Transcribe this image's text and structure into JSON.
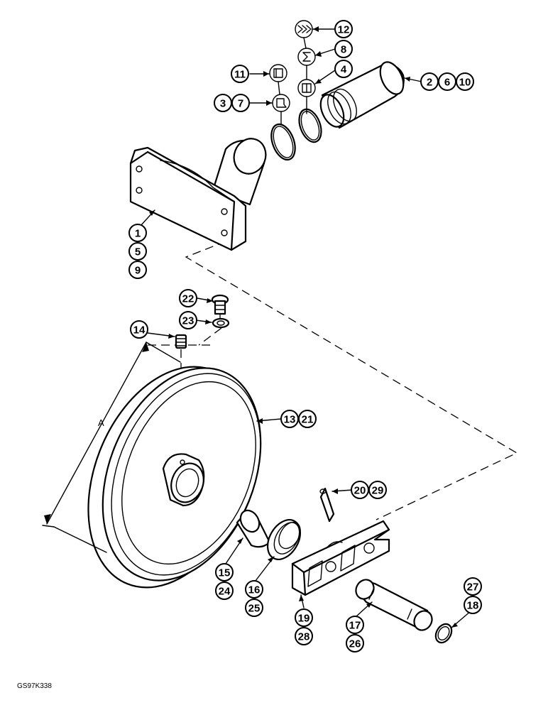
{
  "drawing_code": "GS97K338",
  "dimension_label": "A",
  "callouts": [
    {
      "id": "c12",
      "text": "12"
    },
    {
      "id": "c8",
      "text": "8"
    },
    {
      "id": "c4",
      "text": "4"
    },
    {
      "id": "c11",
      "text": "11"
    },
    {
      "id": "c3",
      "text": "3"
    },
    {
      "id": "c7",
      "text": "7"
    },
    {
      "id": "c2",
      "text": "2"
    },
    {
      "id": "c6",
      "text": "6"
    },
    {
      "id": "c10",
      "text": "10"
    },
    {
      "id": "c1",
      "text": "1"
    },
    {
      "id": "c5",
      "text": "5"
    },
    {
      "id": "c9",
      "text": "9"
    },
    {
      "id": "c22",
      "text": "22"
    },
    {
      "id": "c23",
      "text": "23"
    },
    {
      "id": "c14",
      "text": "14"
    },
    {
      "id": "c13",
      "text": "13"
    },
    {
      "id": "c21",
      "text": "21"
    },
    {
      "id": "c20",
      "text": "20"
    },
    {
      "id": "c29",
      "text": "29"
    },
    {
      "id": "c15",
      "text": "15"
    },
    {
      "id": "c24",
      "text": "24"
    },
    {
      "id": "c16",
      "text": "16"
    },
    {
      "id": "c25",
      "text": "25"
    },
    {
      "id": "c19",
      "text": "19"
    },
    {
      "id": "c28",
      "text": "28"
    },
    {
      "id": "c17",
      "text": "17"
    },
    {
      "id": "c26",
      "text": "26"
    },
    {
      "id": "c27",
      "text": "27"
    },
    {
      "id": "c18",
      "text": "18"
    }
  ],
  "symbols": [
    {
      "icon": "double-chevron-symbol-icon"
    },
    {
      "icon": "sigma-symbol-icon"
    },
    {
      "icon": "split-box-symbol-icon"
    },
    {
      "icon": "open-box-symbol-icon"
    },
    {
      "icon": "notched-box-symbol-icon"
    }
  ]
}
